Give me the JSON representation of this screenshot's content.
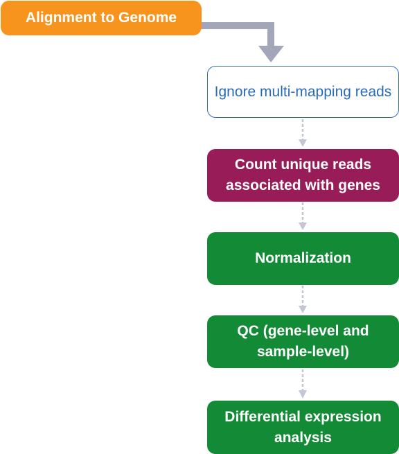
{
  "colors": {
    "orange": "#f7941d",
    "white": "#ffffff",
    "blue_border": "#2f6db5",
    "blue_text": "#2a6bb8",
    "maroon": "#981c58",
    "green": "#128a36",
    "arrow_gray": "#a3a6b8",
    "dotted_gray": "#c3c6d6"
  },
  "steps": [
    {
      "label": "Alignment to Genome",
      "fill": "#f7941d",
      "text_color": "#ffffff"
    },
    {
      "label": "Ignore multi-mapping reads",
      "fill": "#ffffff",
      "text_color": "#2a6bb8"
    },
    {
      "label": "Count unique reads associated with genes",
      "fill": "#981c58",
      "text_color": "#ffffff"
    },
    {
      "label": "Normalization",
      "fill": "#128a36",
      "text_color": "#ffffff"
    },
    {
      "label": "QC (gene-level and sample-level)",
      "fill": "#128a36",
      "text_color": "#ffffff"
    },
    {
      "label": "Differential expression analysis",
      "fill": "#128a36",
      "text_color": "#ffffff"
    }
  ]
}
